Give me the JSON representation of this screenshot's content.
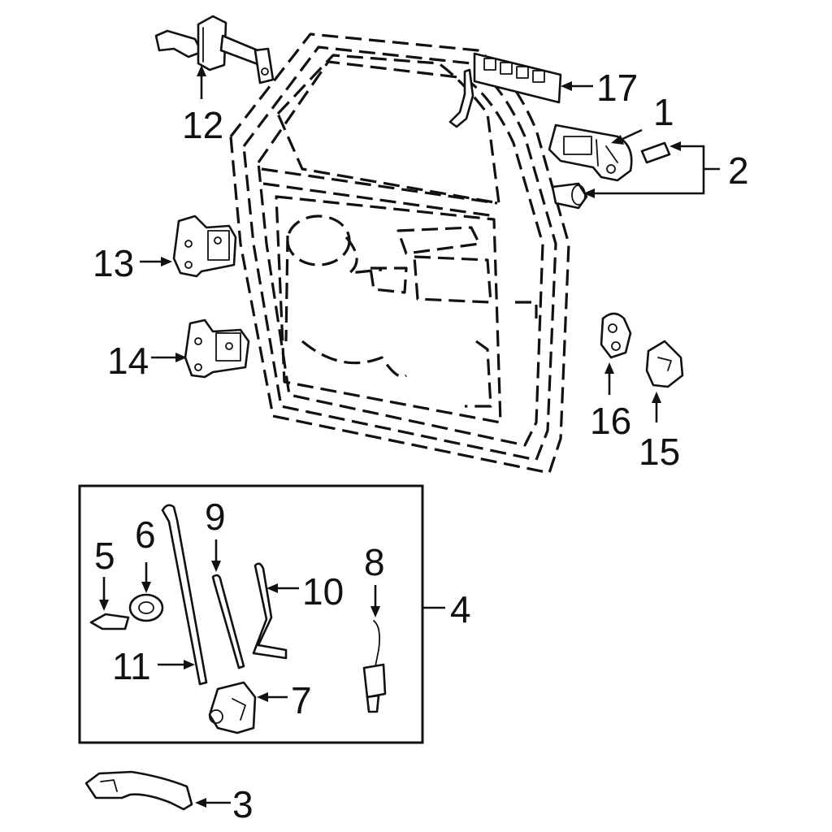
{
  "callouts": {
    "c1": "1",
    "c2": "2",
    "c3": "3",
    "c4": "4",
    "c5": "5",
    "c6": "6",
    "c7": "7",
    "c8": "8",
    "c9": "9",
    "c10": "10",
    "c11": "11",
    "c12": "12",
    "c13": "13",
    "c14": "14",
    "c15": "15",
    "c16": "16",
    "c17": "17"
  },
  "colors": {
    "line": "#111111",
    "background": "#ffffff"
  }
}
